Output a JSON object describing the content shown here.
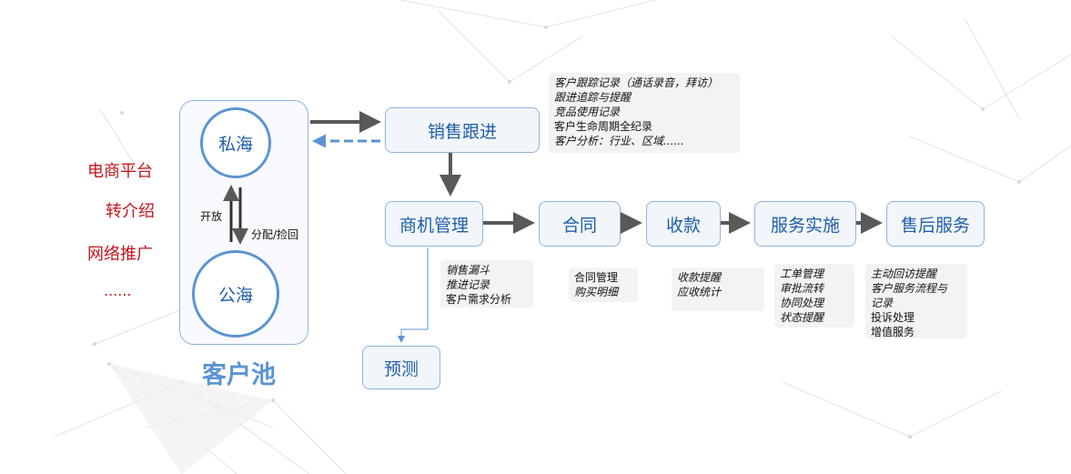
{
  "sources": {
    "items": [
      "电商平台",
      "转介绍",
      "网络推广",
      "......"
    ]
  },
  "customer_pool": {
    "title": "客户池",
    "private_sea": "私海",
    "public_sea": "公海",
    "open_label": "开放",
    "assign_label": "分配/捡回"
  },
  "nodes": {
    "sales_follow": "销售跟进",
    "opportunity": "商机管理",
    "contract": "合同",
    "collection": "收款",
    "service": "服务实施",
    "after_sales": "售后服务",
    "forecast": "预测"
  },
  "notes": {
    "follow": [
      "客户跟踪记录（通话录音，拜访）",
      "跟进追踪与提醒",
      "竞品使用记录",
      "客户生命周期全纪录",
      "客户分析：行业、区域......"
    ],
    "opportunity": [
      "销售漏斗",
      "推进记录",
      "客户需求分析"
    ],
    "contract": [
      "合同管理",
      "购买明细"
    ],
    "collection": [
      "收款提醒",
      "应收统计"
    ],
    "service": [
      "工单管理",
      "审批流转",
      "协同处理",
      "状态提醒"
    ],
    "after_sales": [
      "主动回访提醒",
      "客户服务流程与",
      "记录",
      "投诉处理",
      "增值服务"
    ]
  },
  "colors": {
    "accent": "#5b94d2",
    "text_blue": "#1f5fa8",
    "source_red": "#c0151b",
    "arrow_gray": "#595959"
  }
}
